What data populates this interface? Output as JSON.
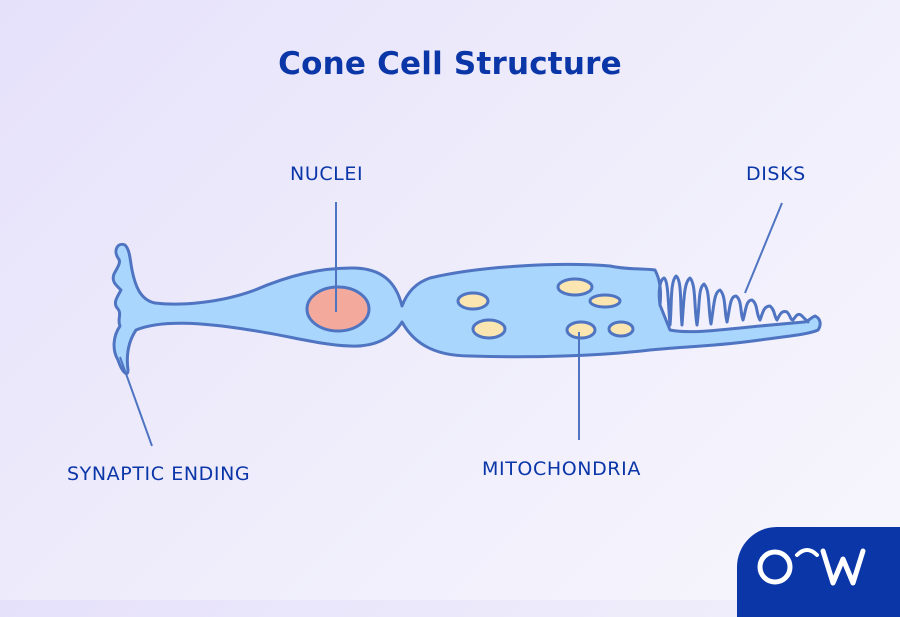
{
  "title": "Cone Cell Structure",
  "labels": {
    "nuclei": "NUCLEI",
    "disks": "DISKS",
    "synaptic_ending": "SYNAPTIC ENDING",
    "mitochondria": "MITOCHONDRIA"
  },
  "logo": {
    "icon": "brand-logo-icon"
  },
  "colors": {
    "title": "#0a36a8",
    "cell_fill": "#a9d6fc",
    "cell_outline": "#4f74c2",
    "nucleus_fill": "#f3aa9c",
    "mitochondria_fill": "#fbe5b1",
    "logo_bg": "#0a36a8"
  }
}
